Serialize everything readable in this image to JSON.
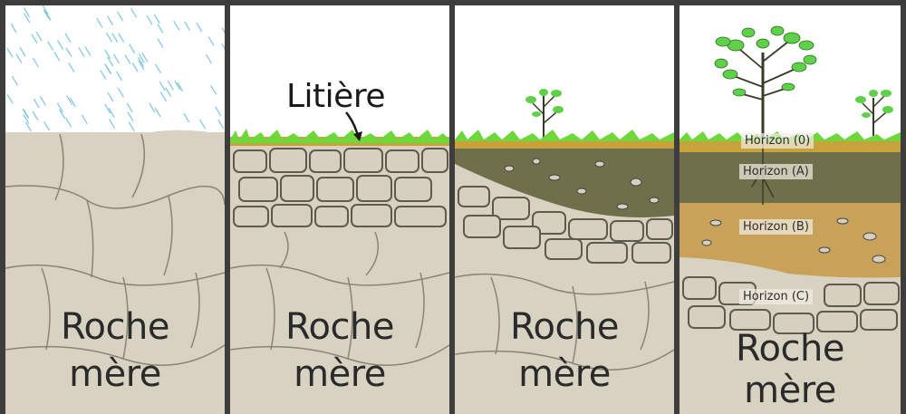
{
  "panels": [
    {
      "bedrock_label_line1": "Roche",
      "bedrock_label_line2": "mère"
    },
    {
      "bedrock_label_line1": "Roche",
      "bedrock_label_line2": "mère",
      "litter_label": "Litière"
    },
    {
      "bedrock_label_line1": "Roche",
      "bedrock_label_line2": "mère"
    },
    {
      "bedrock_label_line1": "Roche",
      "bedrock_label_line2": "mère",
      "horizons": [
        "Horizon (0)",
        "Horizon (A)",
        "Horizon (B)",
        "Horizon (C)"
      ]
    }
  ],
  "colors": {
    "frame": "#3d3d3d",
    "sky": "#ffffff",
    "rain": "#7cc6e0",
    "rock": "#d8d2c2",
    "rock_crack": "#8a8476",
    "grass": "#6fd63c",
    "litter": "#c8a23a",
    "humus": "#6f6f4c",
    "horizon_b": "#c9a25a",
    "leaf": "#5fd04a"
  }
}
